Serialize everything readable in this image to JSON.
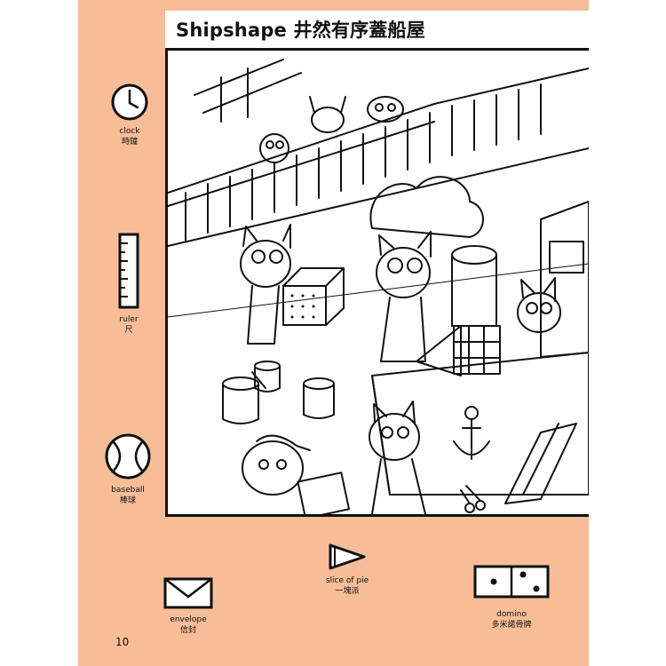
{
  "title": "Shipshape 井然有序蓋船屋",
  "hidden_items": {
    "clock": {
      "en": "clock",
      "zh": "時鐘"
    },
    "ruler": {
      "en": "ruler",
      "zh": "尺"
    },
    "baseball": {
      "en": "baseball",
      "zh": "棒球"
    },
    "envelope": {
      "en": "envelope",
      "zh": "信封"
    },
    "pie": {
      "en": "slice of pie",
      "zh": "一塊派"
    },
    "domino": {
      "en": "domino",
      "zh": "多米諾骨牌"
    }
  },
  "page_number": "10",
  "colors": {
    "page_bg": "#f6bd97",
    "ink": "#111111",
    "paper": "#ffffff"
  }
}
